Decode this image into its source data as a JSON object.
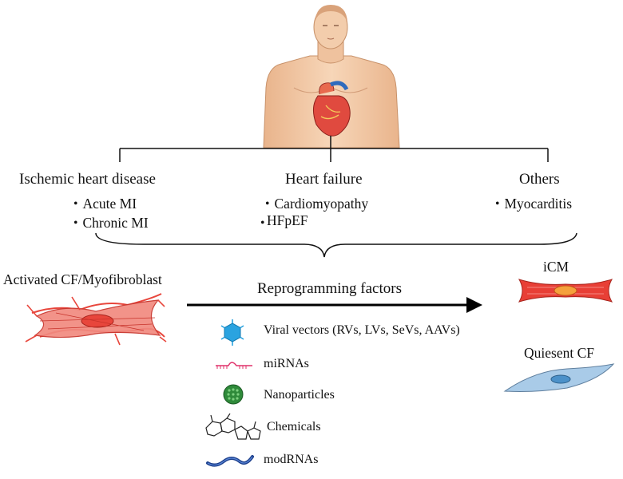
{
  "categories": [
    {
      "title": "Ischemic heart disease",
      "items": [
        "・Acute MI",
        "・Chronic MI"
      ]
    },
    {
      "title": "Heart failure",
      "items": [
        "・Cardiomyopathy",
        "HFpEF"
      ]
    },
    {
      "title": "Others",
      "items": [
        "・Myocarditis"
      ]
    }
  ],
  "source_cell": "Activated CF/Myofibroblast",
  "arrow_label": "Reprogramming factors",
  "targets": {
    "icm": "iCM",
    "quiescent": "Quiesent CF"
  },
  "factors": [
    {
      "icon": "virus-icon",
      "label": "Viral vectors (RVs, LVs, SeVs, AAVs)"
    },
    {
      "icon": "mirna-icon",
      "label": "miRNAs"
    },
    {
      "icon": "nanoparticle-icon",
      "label": "Nanoparticles"
    },
    {
      "icon": "chemical-structure-icon",
      "label": "Chemicals"
    },
    {
      "icon": "modrna-icon",
      "label": "modRNAs"
    }
  ],
  "colors": {
    "skin": "#f2c9a6",
    "heart": "#e04a3f",
    "virus": "#2aa3e0",
    "mirna": "#e0306a",
    "nanoparticle": "#2f8a3a",
    "modrna": "#1c3f8c",
    "myofibroblast": "#e8463c",
    "icm": "#e83f36",
    "quiescent": "#a9cbe8"
  }
}
